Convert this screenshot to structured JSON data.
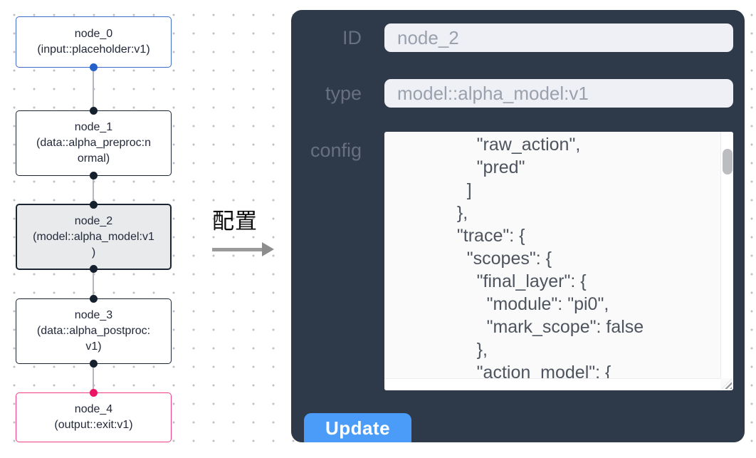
{
  "flow": {
    "nodes": [
      {
        "id": "node_0",
        "type": "(input::placeholder:v1)",
        "role": "input"
      },
      {
        "id": "node_1",
        "type": "(data::alpha_preproc:n\normal)",
        "role": "processor"
      },
      {
        "id": "node_2",
        "type": "(model::alpha_model:v1\n)",
        "role": "model",
        "state": "selected"
      },
      {
        "id": "node_3",
        "type": "(data::alpha_postproc:\nv1)",
        "role": "processor"
      },
      {
        "id": "node_4",
        "type": "(output::exit:v1)",
        "role": "output"
      }
    ]
  },
  "transition": {
    "label": "配置"
  },
  "panel": {
    "id_field": {
      "label": "ID",
      "value": "node_2"
    },
    "type_field": {
      "label": "type",
      "value": "model::alpha_model:v1"
    },
    "config_field": {
      "label": "config",
      "value": "      \"raw_action\",\n      \"pred\"\n    ]\n  },\n  \"trace\": {\n    \"scopes\": {\n      \"final_layer\": {\n        \"module\": \"pi0\",\n        \"mark_scope\": false\n      },\n      \"action_model\": {"
    },
    "update_label": "Update"
  },
  "colors": {
    "panel_bg": "#2e3949",
    "accent_blue": "#4a9cf8",
    "input_node_border": "#3e6cc8",
    "output_node_border": "#ef3d83",
    "selected_node_bg": "#e9eaec",
    "handle_dark": "#15202f",
    "handle_blue": "#2660c9",
    "handle_pink": "#ec1563"
  }
}
